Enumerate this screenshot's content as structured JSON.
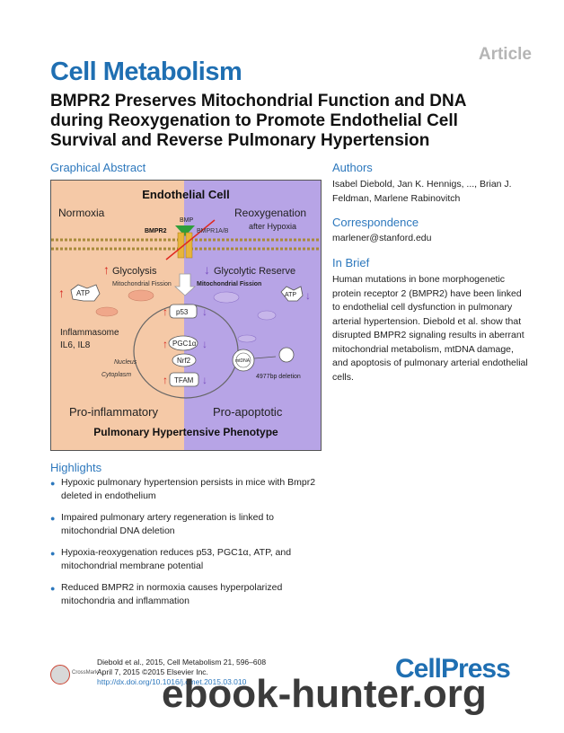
{
  "header": {
    "article_label": "Article",
    "journal": "Cell Metabolism",
    "title": "BMPR2 Preserves Mitochondrial Function and DNA during Reoxygenation to Promote Endothelial Cell Survival and Reverse Pulmonary Hypertension"
  },
  "graphical_abstract": {
    "heading": "Graphical Abstract",
    "cell_label": "Endothelial Cell",
    "left_condition": "Normoxia",
    "right_condition": "Reoxygenation",
    "right_condition_sub": "after Hypoxia",
    "bmp": "BMP",
    "bmpr2": "BMPR2",
    "bmpr1": "BMPR1A/B",
    "glycolysis": "Glycolysis",
    "glycolytic_reserve": "Glycolytic Reserve",
    "mito_fission_left": "Mitochondrial Fission",
    "mito_fission_right": "Mitochondrial Fission",
    "atp_left": "ATP",
    "atp_right": "ATP",
    "p53": "p53",
    "pgc1a": "PGC1α",
    "nrf2": "Nrf2",
    "tfam": "TFAM",
    "nucleus": "Nucleus",
    "cytoplasm": "Cytoplasm",
    "inflammasome": "Inflammasome",
    "il": "IL6, IL8",
    "mtdna": "mtDNA",
    "deletion": "4977bp deletion",
    "pro_inflammatory": "Pro-inflammatory",
    "pro_apoptotic": "Pro-apoptotic",
    "phenotype": "Pulmonary Hypertensive Phenotype",
    "colors": {
      "left_bg": "#f5c9a7",
      "right_bg": "#b7a4e6",
      "arrow_up": "#d6261f",
      "arrow_down": "#7a4fc0"
    }
  },
  "authors": {
    "heading": "Authors",
    "text": "Isabel Diebold, Jan K. Hennigs, ..., Brian J. Feldman, Marlene Rabinovitch"
  },
  "correspondence": {
    "heading": "Correspondence",
    "email": "marlener@stanford.edu"
  },
  "in_brief": {
    "heading": "In Brief",
    "text": "Human mutations in bone morphogenetic protein receptor 2 (BMPR2) have been linked to endothelial cell dysfunction in pulmonary arterial hypertension. Diebold et al. show that disrupted BMPR2 signaling results in aberrant mitochondrial metabolism, mtDNA damage, and apoptosis of pulmonary arterial endothelial cells."
  },
  "highlights": {
    "heading": "Highlights",
    "items": [
      "Hypoxic pulmonary hypertension persists in mice with Bmpr2 deleted in endothelium",
      "Impaired pulmonary artery regeneration is linked to mitochondrial DNA deletion",
      "Hypoxia-reoxygenation reduces p53, PGC1α, ATP, and mitochondrial membrane potential",
      "Reduced BMPR2 in normoxia causes hyperpolarized mitochondria and inflammation"
    ]
  },
  "footer": {
    "crossmark": "CrossMark",
    "citation_line1": "Diebold et al., 2015, Cell Metabolism 21, 596–608",
    "citation_line2": "April 7, 2015 ©2015 Elsevier Inc.",
    "doi": "http://dx.doi.org/10.1016/j.cmet.2015.03.010",
    "publisher": "CellPress",
    "watermark": "ebook-hunter.org"
  }
}
